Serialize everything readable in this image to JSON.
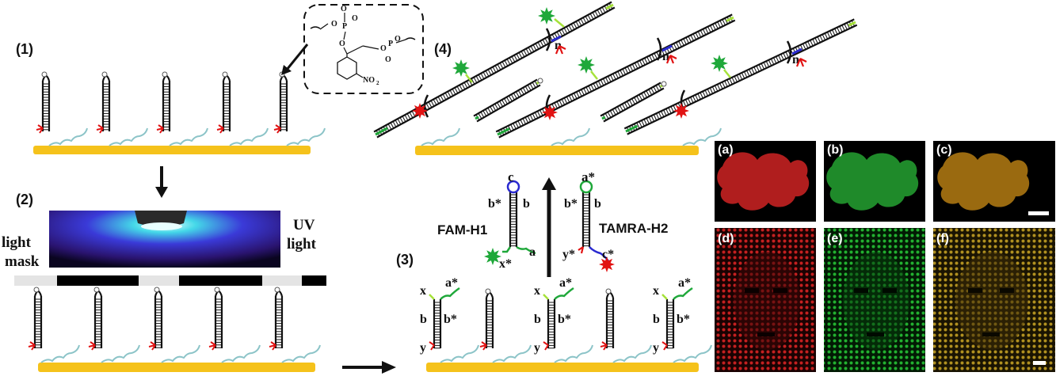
{
  "steps": {
    "s1": "(1)",
    "s2": "(2)",
    "s3": "(3)",
    "s4": "(4)"
  },
  "labels": {
    "light_mask_1": "light",
    "light_mask_2": "mask",
    "uv_1": "UV",
    "uv_2": "light",
    "fam": "FAM-H1",
    "tamra": "TAMRA-H2",
    "n": "n"
  },
  "domains": {
    "a": "a",
    "a_star": "a*",
    "b": "b",
    "b_star": "b*",
    "c": "c",
    "c_star": "c*",
    "x": "x",
    "x_star": "x*",
    "y": "y",
    "y_star": "y*"
  },
  "chem": {
    "O": "O",
    "P": "P",
    "minus_O": "O",
    "no2": "NO",
    "sub2": "2"
  },
  "panels": [
    "(a)",
    "(b)",
    "(c)",
    "(d)",
    "(e)",
    "(f)"
  ],
  "colors": {
    "surface": "#f5c21b",
    "red_dye": "#e11212",
    "green_dye": "#1fa83a",
    "lime": "#a6e23a",
    "blue": "#2a2ad0",
    "linker": "#8cc4c8"
  }
}
